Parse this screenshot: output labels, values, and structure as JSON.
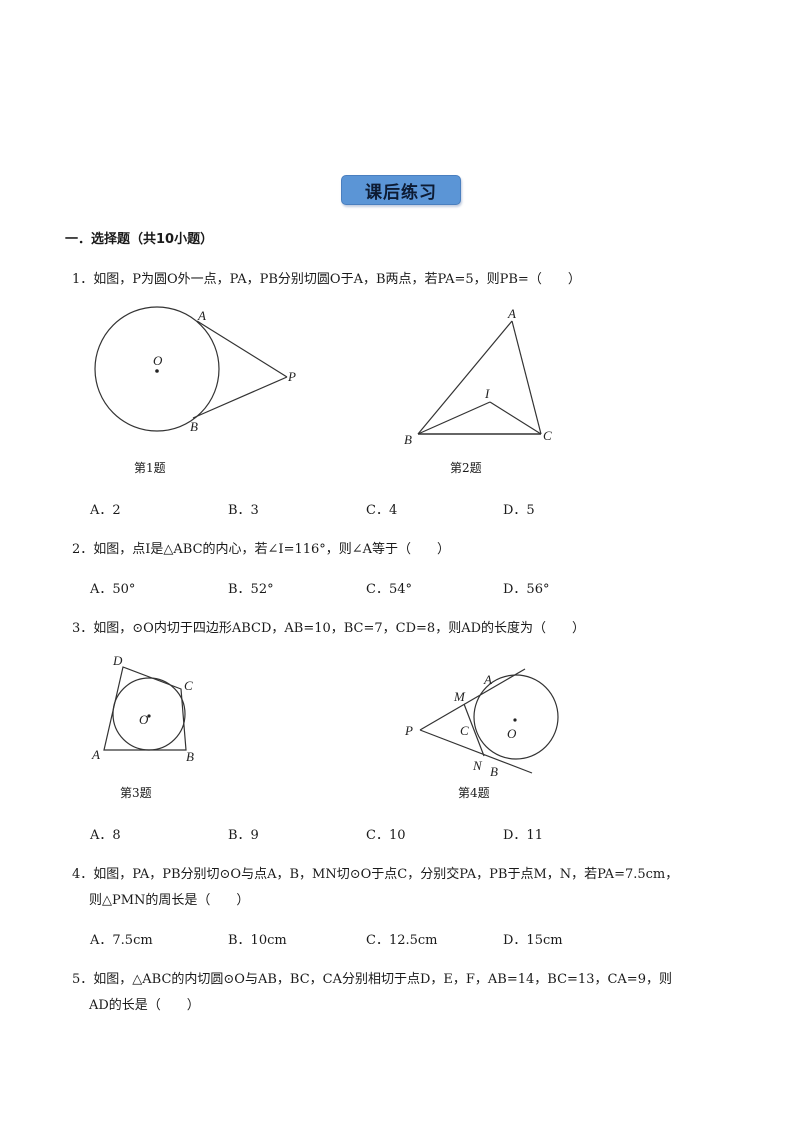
{
  "header": {
    "title": "课后练习"
  },
  "section": {
    "heading": "一．选择题（共10小题）"
  },
  "questions": [
    {
      "number": "1．",
      "text": "如图，P为圆O外一点，PA，PB分别切圆O于A，B两点，若PA=5，则PB=（　　）",
      "options": [
        "A．2",
        "B．3",
        "C．4",
        "D．5"
      ]
    },
    {
      "number": "2．",
      "text": "如图，点I是△ABC的内心，若∠I=116°，则∠A等于（　　）",
      "options": [
        "A．50°",
        "B．52°",
        "C．54°",
        "D．56°"
      ]
    },
    {
      "number": "3．",
      "text": "如图，⊙O内切于四边形ABCD，AB=10，BC=7，CD=8，则AD的长度为（　　）",
      "options": [
        "A．8",
        "B．9",
        "C．10",
        "D．11"
      ]
    },
    {
      "number": "4．",
      "text_line1": "如图，PA，PB分别切⊙O与点A，B，MN切⊙O于点C，分别交PA，PB于点M，N，若PA=7.5cm，",
      "text_line2": "则△PMN的周长是（　　）",
      "options": [
        "A．7.5cm",
        "B．10cm",
        "C．12.5cm",
        "D．15cm"
      ]
    },
    {
      "number": "5．",
      "text_line1": "如图，△ABC的内切圆⊙O与AB，BC，CA分别相切于点D，E，F，AB=14，BC=13，CA=9，则",
      "text_line2": "AD的长是（　　）"
    }
  ],
  "figures": [
    {
      "caption": "第1题",
      "labels": {
        "O": "O",
        "A": "A",
        "B": "B",
        "P": "P"
      }
    },
    {
      "caption": "第2题",
      "labels": {
        "A": "A",
        "B": "B",
        "C": "C",
        "I": "I"
      }
    },
    {
      "caption": "第3题",
      "labels": {
        "A": "A",
        "B": "B",
        "C": "C",
        "D": "D",
        "O": "O"
      }
    },
    {
      "caption": "第4题",
      "labels": {
        "A": "A",
        "B": "B",
        "C": "C",
        "M": "M",
        "N": "N",
        "P": "P",
        "O": "O"
      }
    }
  ],
  "colors": {
    "title_bg": "#5b95d6",
    "title_text": "#0d1b33",
    "text": "#1a1a1a"
  }
}
